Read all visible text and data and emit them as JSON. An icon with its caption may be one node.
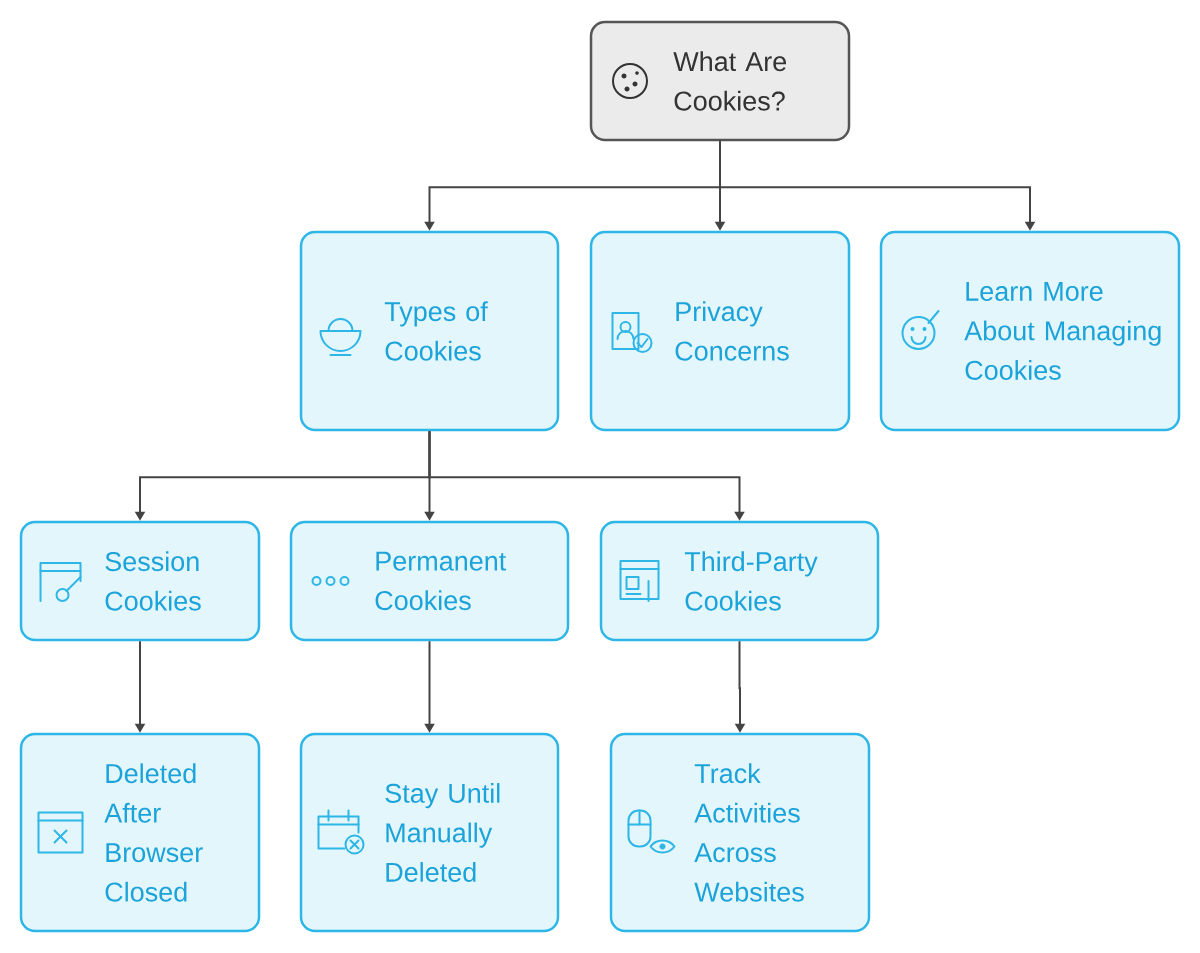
{
  "diagram": {
    "nodes": [
      {
        "text": [
          "What Are Cookies?"
        ]
      },
      {
        "text": [
          "Types of Cookies"
        ]
      },
      {
        "text": [
          "Privacy Concerns"
        ]
      },
      {
        "text": [
          "Learn More About Managing Cookies"
        ]
      },
      {
        "text": [
          "Session Cookies"
        ]
      },
      {
        "text": [
          "Permanent Cookies"
        ]
      },
      {
        "text": [
          "Third-Party Cookies"
        ]
      },
      {
        "text": [
          "Deleted After Browser Closed"
        ]
      },
      {
        "text": [
          "Stay Until Manually Deleted"
        ]
      },
      {
        "text": [
          "Track Activities Across Websites"
        ]
      }
    ],
    "edges": [
      {
        "from": 0,
        "to": 1,
        "arrow": "to"
      },
      {
        "from": 0,
        "to": 2,
        "arrow": "to"
      },
      {
        "from": 0,
        "to": 3,
        "arrow": "to"
      },
      {
        "from": 1,
        "to": 4,
        "arrow": "to"
      },
      {
        "from": 1,
        "to": 5,
        "arrow": "to"
      },
      {
        "from": 1,
        "to": 6,
        "arrow": "to"
      },
      {
        "from": 4,
        "to": 7,
        "arrow": "to"
      },
      {
        "from": 5,
        "to": 8,
        "arrow": "to"
      },
      {
        "from": 6,
        "to": 9,
        "arrow": "to"
      }
    ]
  }
}
